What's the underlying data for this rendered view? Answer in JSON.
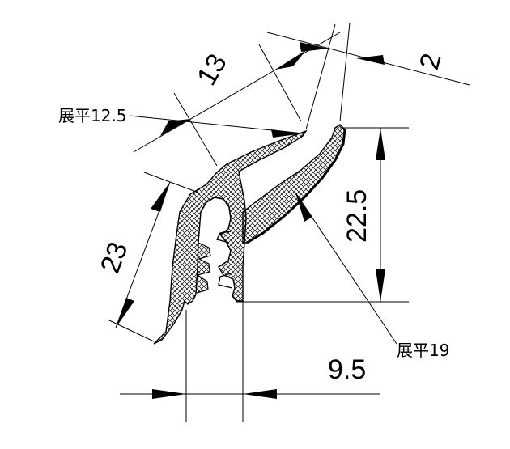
{
  "dimensions": {
    "lip_length": "13",
    "tip_thickness": "2",
    "height": "22.5",
    "base_length": "23",
    "channel_width": "9.5"
  },
  "notes": {
    "flat_length_top": "展平12.5",
    "flat_length_bottom": "展平19"
  }
}
